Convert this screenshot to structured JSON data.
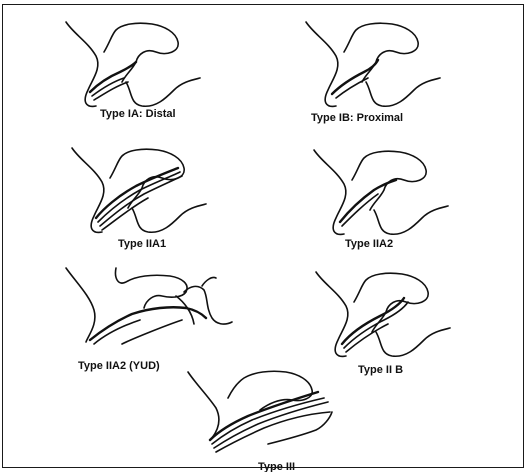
{
  "panels": [
    {
      "id": "ia",
      "label": "Type IA: Distal"
    },
    {
      "id": "ib",
      "label": "Type IB: Proximal"
    },
    {
      "id": "iia1",
      "label": "Type IIA1"
    },
    {
      "id": "iia2",
      "label": "Type IIA2"
    },
    {
      "id": "iia2y",
      "label": "Type IIA2 (YUD)"
    },
    {
      "id": "iib",
      "label": "Type II B"
    },
    {
      "id": "iii",
      "label": "Type III"
    }
  ]
}
